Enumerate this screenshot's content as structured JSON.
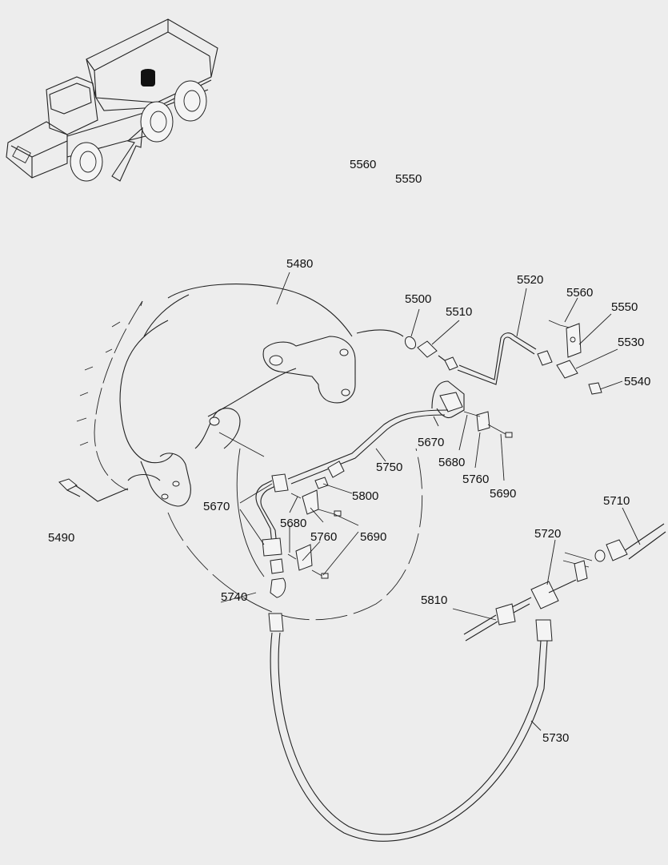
{
  "inset": {
    "icon": "articulated-dump-truck-icon",
    "highlight": "location-marker"
  },
  "header_refs": [
    {
      "text": "5560"
    },
    {
      "text": "5550"
    }
  ],
  "callouts": [
    {
      "text": "5480"
    },
    {
      "text": "5500"
    },
    {
      "text": "5510"
    },
    {
      "text": "5520"
    },
    {
      "text": "5560"
    },
    {
      "text": "5550"
    },
    {
      "text": "5530"
    },
    {
      "text": "5540"
    },
    {
      "text": "5490"
    },
    {
      "text": "5670"
    },
    {
      "text": "5680"
    },
    {
      "text": "5760"
    },
    {
      "text": "5690"
    },
    {
      "text": "5750"
    },
    {
      "text": "5800"
    },
    {
      "text": "5670"
    },
    {
      "text": "5680"
    },
    {
      "text": "5760"
    },
    {
      "text": "5690"
    },
    {
      "text": "5740"
    },
    {
      "text": "5710"
    },
    {
      "text": "5720"
    },
    {
      "text": "5810"
    },
    {
      "text": "5730"
    }
  ],
  "colors": {
    "background": "#ededed",
    "line": "#222222",
    "marker": "#111111"
  }
}
